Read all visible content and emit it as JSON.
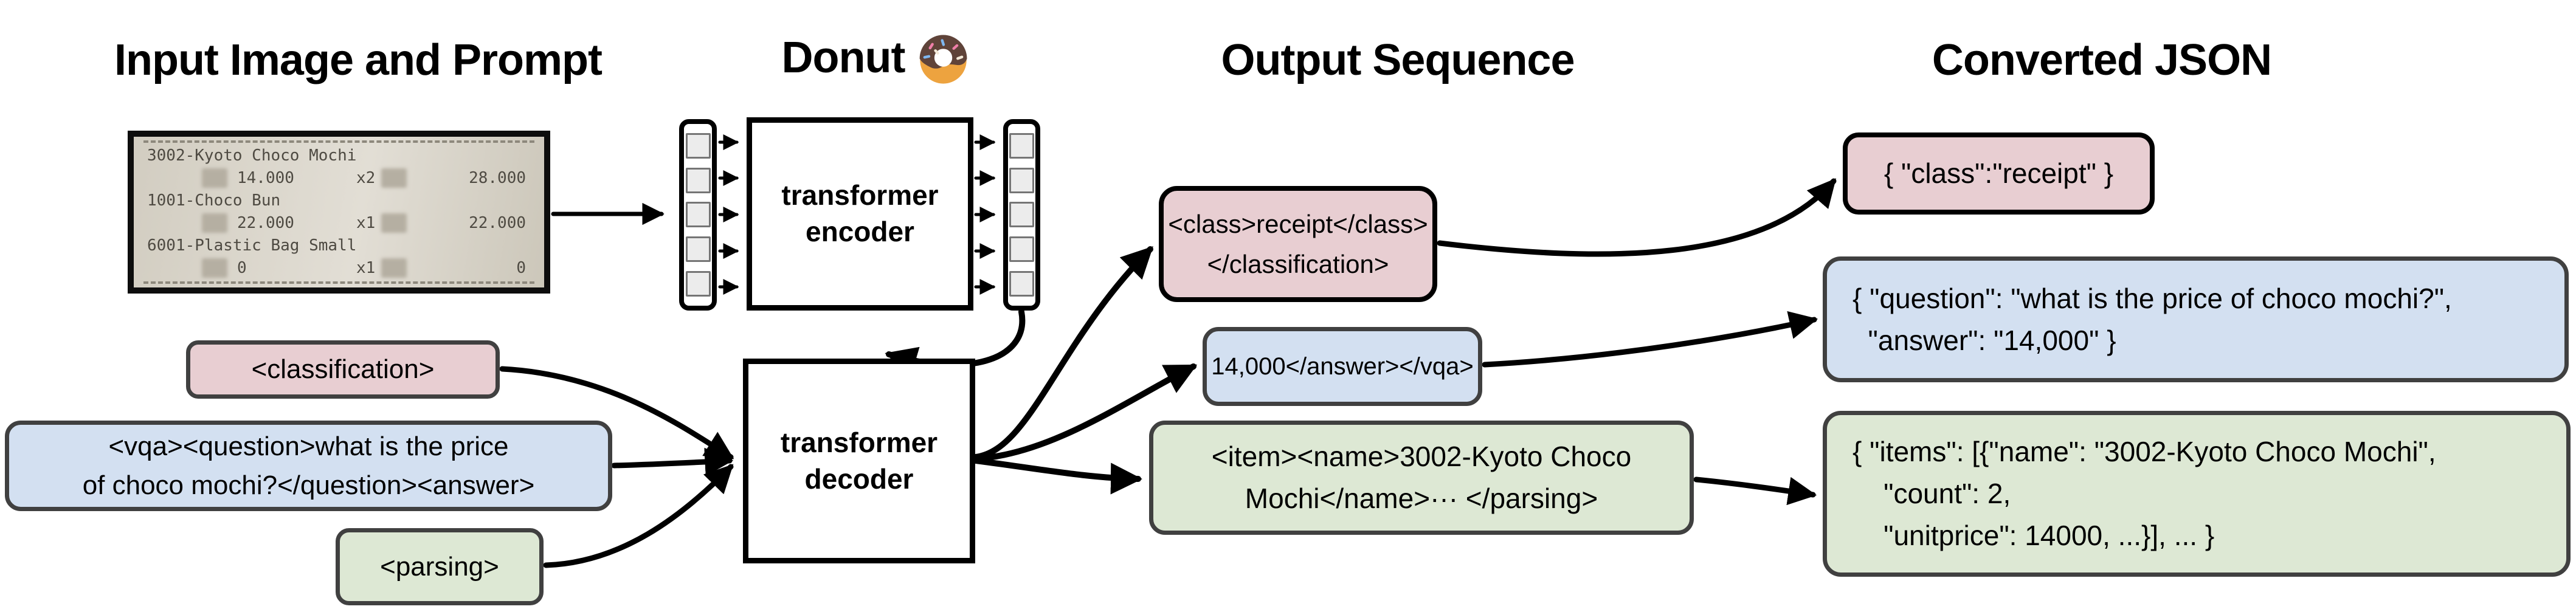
{
  "headings": {
    "input": "Input Image and Prompt",
    "model": "Donut",
    "output": "Output Sequence",
    "json": "Converted JSON"
  },
  "icons": {
    "model": "donut-emoji"
  },
  "model": {
    "encoder_label": "transformer encoder",
    "decoder_label": "transformer decoder"
  },
  "receipt": {
    "items": [
      {
        "name": "3002-Kyoto Choco Mochi",
        "price": "14.000",
        "qty": "x2",
        "total": "28.000"
      },
      {
        "name": "1001-Choco Bun",
        "price": "22.000",
        "qty": "x1",
        "total": "22.000"
      },
      {
        "name": "6001-Plastic Bag Small",
        "price": "0",
        "qty": "x1",
        "total": "0"
      }
    ]
  },
  "prompts": {
    "classification": "<classification>",
    "vqa_line1": "<vqa><question>what is the price",
    "vqa_line2": "of choco mochi?</question><answer>",
    "parsing": "<parsing>"
  },
  "outputs": {
    "classification_line1": "<class>receipt</class>",
    "classification_line2": "</classification>",
    "vqa": "14,000</answer></vqa>",
    "parsing_line1": "<item><name>3002-Kyoto Choco",
    "parsing_line2": "Mochi</name>··· </parsing>"
  },
  "converted_json": {
    "classification": "{ \"class\":\"receipt\" }",
    "vqa_line1": "{ \"question\": \"what is the price of choco mochi?\",",
    "vqa_line2": "  \"answer\": \"14,000\" }",
    "parsing_line1": "{ \"items\": [{\"name\": \"3002-Kyoto Choco Mochi\",",
    "parsing_line2": "    \"count\": 2,",
    "parsing_line3": "    \"unitprice\": 14000, ...}], ... }"
  },
  "colors": {
    "pink": "#e8ced2",
    "blue": "#d3e0f1",
    "green": "#dde8d4",
    "border-dark": "#404040",
    "border-black": "#000000",
    "paper": "#dbd6ca"
  }
}
